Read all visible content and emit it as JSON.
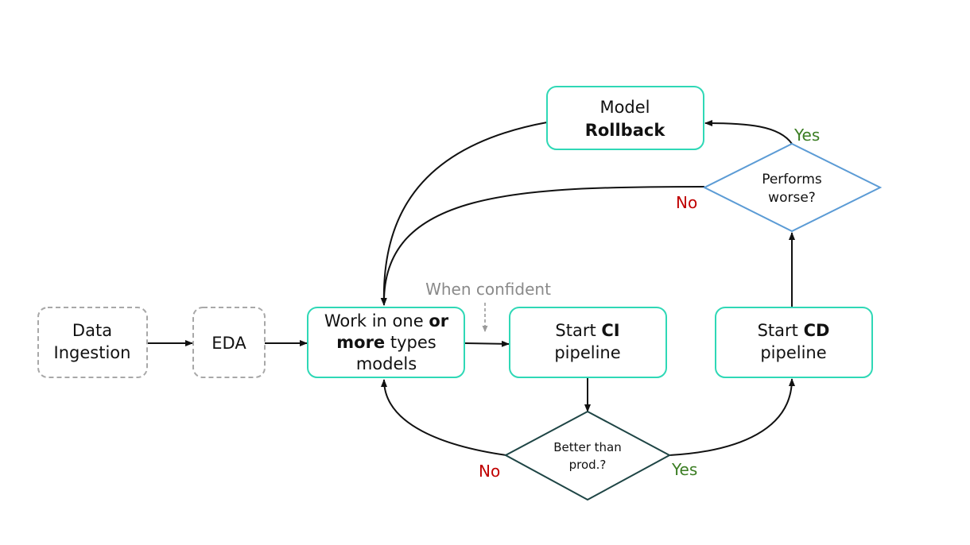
{
  "colors": {
    "teal": "#2fd8b6",
    "gray_dashed": "#a8a8a8",
    "blue": "#5b9bd5",
    "dark_teal": "#1e4545",
    "yes_green": "#3b7d23",
    "no_red": "#c00000",
    "annotation_gray": "#8a8a8a",
    "arrow": "#111111"
  },
  "nodes": {
    "data_ingestion": {
      "line1": "Data",
      "line2": "Ingestion"
    },
    "eda": {
      "label": "EDA"
    },
    "work_models": {
      "line1_pre": "Work in one ",
      "line1_bold": "or",
      "line2_bold": "more",
      "line2_post": " types",
      "line3": "models"
    },
    "start_ci": {
      "line1_pre": "Start ",
      "line1_bold": "CI",
      "line2": "pipeline"
    },
    "start_cd": {
      "line1_pre": "Start ",
      "line1_bold": "CD",
      "line2": "pipeline"
    },
    "model_rollback": {
      "line1": "Model",
      "line2_bold": "Rollback"
    },
    "better_than_prod": {
      "line1": "Better than",
      "line2": "prod.?"
    },
    "performs_worse": {
      "line1": "Performs",
      "line2": "worse?"
    }
  },
  "edge_labels": {
    "when_confident": "When confident",
    "better_no": "No",
    "better_yes": "Yes",
    "worse_yes": "Yes",
    "worse_no": "No"
  }
}
